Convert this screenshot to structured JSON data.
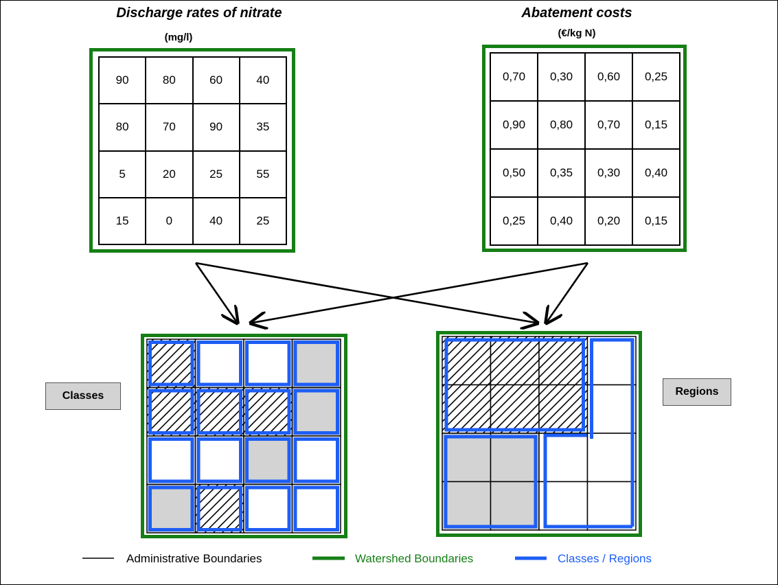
{
  "discharge": {
    "title": "Discharge rates of nitrate",
    "unit": "(mg/l)",
    "rows": [
      [
        "90",
        "80",
        "60",
        "40"
      ],
      [
        "80",
        "70",
        "90",
        "35"
      ],
      [
        "5",
        "20",
        "25",
        "55"
      ],
      [
        "15",
        "0",
        "40",
        "25"
      ]
    ]
  },
  "abatement": {
    "title": "Abatement costs",
    "unit": "(€/kg N)",
    "rows": [
      [
        "0,70",
        "0,30",
        "0,60",
        "0,25"
      ],
      [
        "0,90",
        "0,80",
        "0,70",
        "0,15"
      ],
      [
        "0,50",
        "0,35",
        "0,30",
        "0,40"
      ],
      [
        "0,25",
        "0,40",
        "0,20",
        "0,15"
      ]
    ]
  },
  "classes": {
    "label": "Classes",
    "cells": [
      [
        "hatch",
        "white",
        "white",
        "gray"
      ],
      [
        "hatch",
        "hatch",
        "hatch",
        "gray"
      ],
      [
        "white",
        "white",
        "gray",
        "white"
      ],
      [
        "gray",
        "hatch",
        "white",
        "white"
      ]
    ]
  },
  "regions": {
    "label": "Regions",
    "cells": [
      [
        "hatch",
        "hatch",
        "hatch",
        "white"
      ],
      [
        "hatch",
        "hatch",
        "hatch",
        "white"
      ],
      [
        "gray",
        "gray",
        "white",
        "white"
      ],
      [
        "gray",
        "gray",
        "white",
        "white"
      ]
    ]
  },
  "legend": {
    "admin": "Administrative Boundaries",
    "watershed": "Watershed Boundaries",
    "classes_regions": "Classes / Regions"
  },
  "colors": {
    "watershed": "#167f16",
    "classes_regions": "#1e5ef5",
    "gray_fill": "#d3d3d3",
    "admin": "#000000"
  }
}
